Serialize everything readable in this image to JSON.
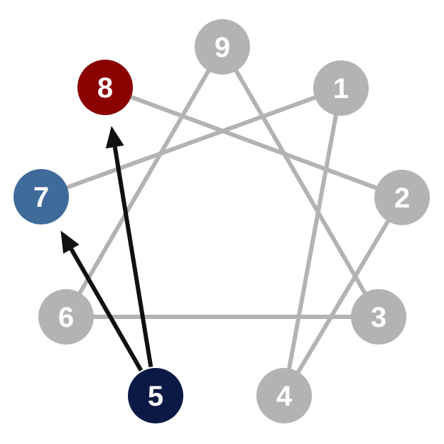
{
  "diagram": {
    "title_hidden": null,
    "colors": {
      "line": "#b3b3b3",
      "arrow": "#111111",
      "default_node": "#b3b3b3",
      "node_8": "#8b0000",
      "node_7": "#3f6b9a",
      "node_5": "#0b1a45"
    },
    "nodes": [
      {
        "id": "9",
        "label": "9",
        "color": "#b3b3b3"
      },
      {
        "id": "1",
        "label": "1",
        "color": "#b3b3b3"
      },
      {
        "id": "2",
        "label": "2",
        "color": "#b3b3b3"
      },
      {
        "id": "3",
        "label": "3",
        "color": "#b3b3b3"
      },
      {
        "id": "4",
        "label": "4",
        "color": "#b3b3b3"
      },
      {
        "id": "5",
        "label": "5",
        "color": "#0b1a45"
      },
      {
        "id": "6",
        "label": "6",
        "color": "#b3b3b3"
      },
      {
        "id": "7",
        "label": "7",
        "color": "#3f6b9a"
      },
      {
        "id": "8",
        "label": "8",
        "color": "#8b0000"
      }
    ],
    "connections": [
      [
        "9",
        "3"
      ],
      [
        "9",
        "6"
      ],
      [
        "3",
        "6"
      ],
      [
        "1",
        "4"
      ],
      [
        "4",
        "2"
      ],
      [
        "2",
        "8"
      ],
      [
        "7",
        "1"
      ]
    ],
    "arrows": [
      {
        "from": "5",
        "to": "8"
      },
      {
        "from": "5",
        "to": "7"
      }
    ]
  }
}
